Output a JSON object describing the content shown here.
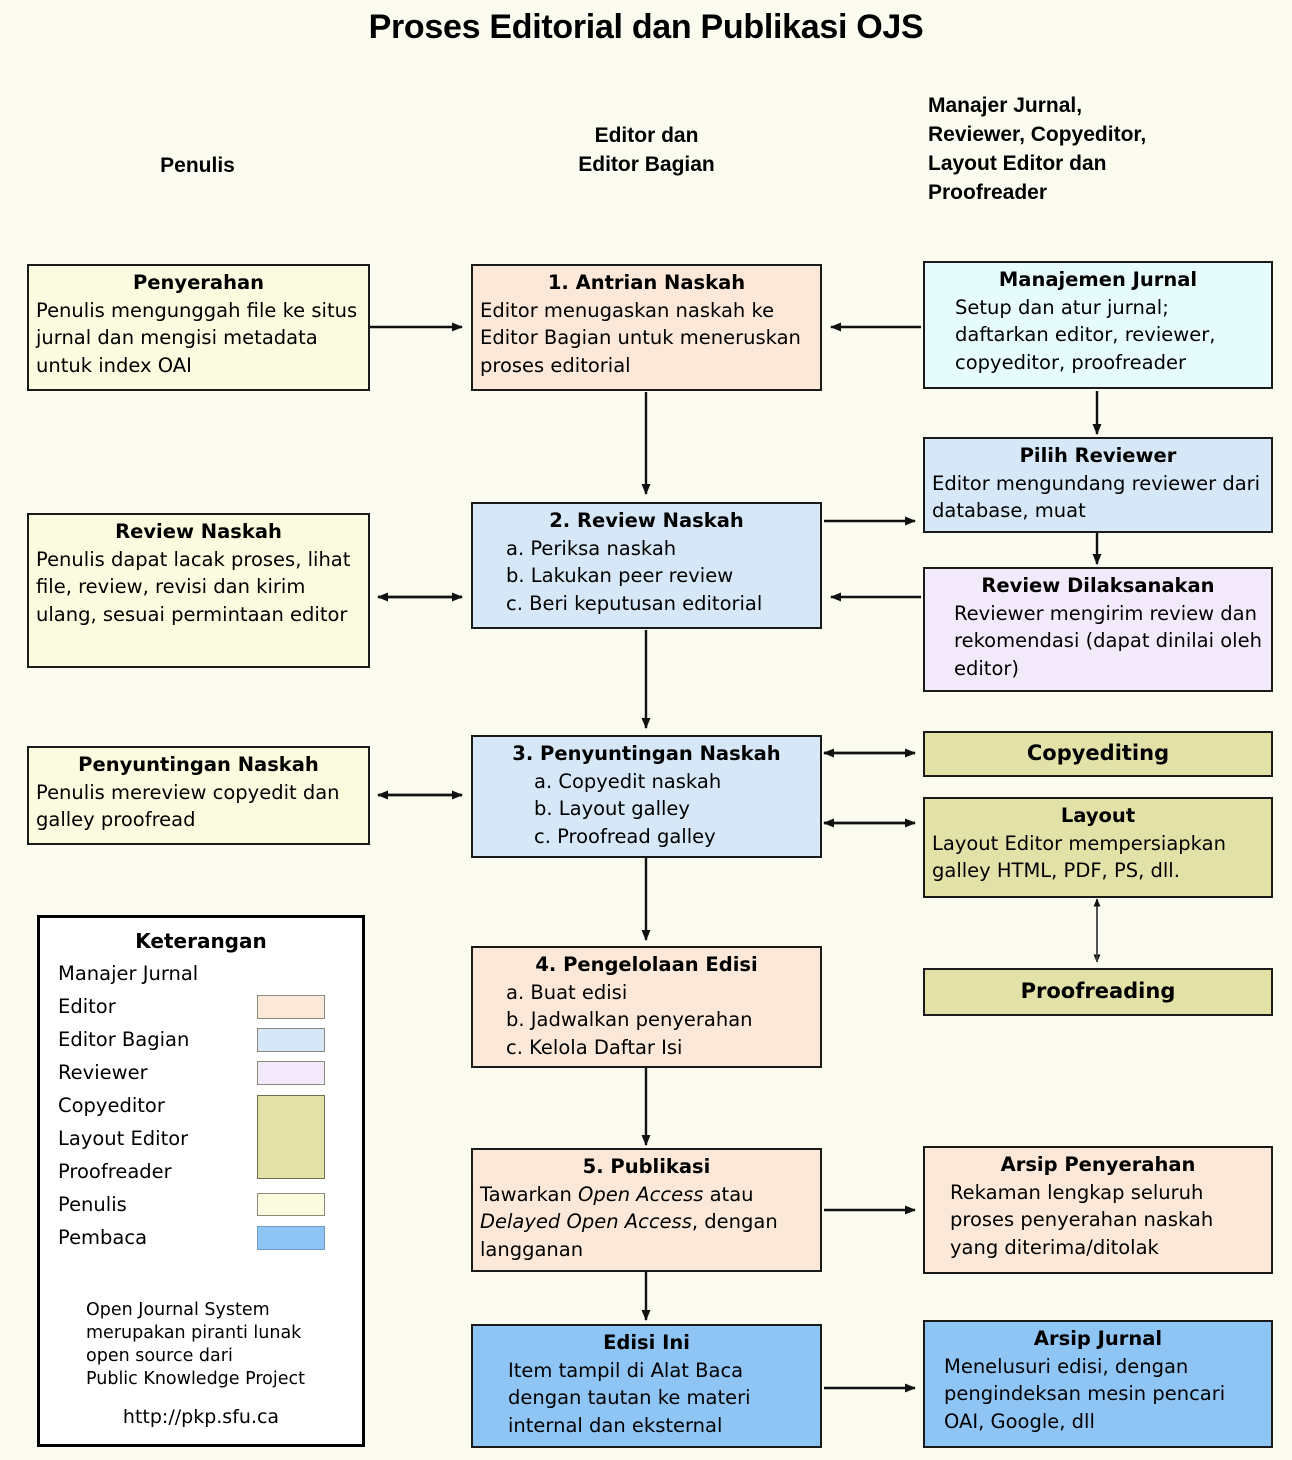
{
  "title": "Proses Editorial dan Publikasi OJS",
  "columns": [
    {
      "id": "author",
      "label": "Penulis"
    },
    {
      "id": "editor",
      "label": "Editor dan\nEditor Bagian"
    },
    {
      "id": "others",
      "label": "Manajer Jurnal,\nReviewer, Copyeditor,\nLayout Editor dan\nProofreader"
    }
  ],
  "column_labels": {
    "author": "Penulis",
    "editor_line1": "Editor dan",
    "editor_line2": "Editor Bagian",
    "others_line1": "Manajer Jurnal,",
    "others_line2": "Reviewer, Copyeditor,",
    "others_line3": "Layout Editor dan",
    "others_line4": "Proofreader"
  },
  "nodes": {
    "penyerahan": {
      "heading": "Penyerahan",
      "body": "Penulis mengunggah file ke situs jurnal dan mengisi metadata untuk index OAI",
      "role": "Penulis"
    },
    "antrian": {
      "heading": "1. Antrian Naskah",
      "body": "Editor menugaskan naskah ke Editor Bagian untuk meneruskan proses editorial",
      "role": "Editor"
    },
    "manajemen": {
      "heading": "Manajemen Jurnal",
      "body": "Setup dan atur jurnal; daftarkan editor, reviewer, copyeditor, proofreader",
      "role": "Manajer Jurnal"
    },
    "pilih_reviewer": {
      "heading": "Pilih Reviewer",
      "body": "Editor mengundang reviewer dari database, muat",
      "role": "Editor Bagian"
    },
    "review_naskah_penulis": {
      "heading": "Review Naskah",
      "body": "Penulis dapat lacak proses, lihat file, review, revisi dan kirim ulang, sesuai permintaan editor",
      "role": "Penulis"
    },
    "review_naskah": {
      "heading": "2. Review Naskah",
      "items": [
        "a. Periksa naskah",
        "b. Lakukan peer review",
        "c. Beri keputusan editorial"
      ],
      "role": "Editor Bagian"
    },
    "review_dilaksanakan": {
      "heading": "Review Dilaksanakan",
      "body": "Reviewer mengirim review dan rekomendasi (dapat dinilai oleh editor)",
      "role": "Reviewer"
    },
    "penyuntingan_penulis": {
      "heading": "Penyuntingan Naskah",
      "body": "Penulis mereview copyedit dan galley proofread",
      "role": "Penulis"
    },
    "penyuntingan": {
      "heading": "3. Penyuntingan Naskah",
      "items": [
        "a. Copyedit naskah",
        "b. Layout galley",
        "c. Proofread galley"
      ],
      "role": "Editor Bagian"
    },
    "copyediting": {
      "heading": "Copyediting",
      "role": "Copyeditor"
    },
    "layout": {
      "heading": "Layout",
      "body": "Layout Editor mempersiapkan galley HTML, PDF, PS, dll.",
      "role": "Layout Editor"
    },
    "proofreading": {
      "heading": "Proofreading",
      "role": "Proofreader"
    },
    "pengelolaan": {
      "heading": "4. Pengelolaan Edisi",
      "items": [
        "a. Buat edisi",
        "b. Jadwalkan penyerahan",
        "c. Kelola Daftar Isi"
      ],
      "role": "Editor"
    },
    "publikasi": {
      "heading": "5. Publikasi",
      "body_pre": "Tawarkan ",
      "body_ital1": "Open Access",
      "body_mid": " atau ",
      "body_ital2": "Delayed Open Access",
      "body_post": ", dengan langganan",
      "role": "Editor"
    },
    "arsip_penyerahan": {
      "heading": "Arsip Penyerahan",
      "body": "Rekaman lengkap seluruh proses penyerahan naskah yang diterima/ditolak",
      "role": "Editor"
    },
    "edisi_ini": {
      "heading": "Edisi Ini",
      "body": "Item tampil di Alat Baca dengan tautan ke materi internal dan eksternal",
      "role": "Pembaca"
    },
    "arsip_jurnal": {
      "heading": "Arsip Jurnal",
      "body": "Menelusuri edisi, dengan pengindeksan mesin pencari OAI, Google, dll",
      "role": "Pembaca"
    }
  },
  "legend": {
    "title": "Keterangan",
    "rows": [
      {
        "label": "Manajer Jurnal",
        "color": null
      },
      {
        "label": "Editor",
        "color": "#fce8d8"
      },
      {
        "label": "Editor Bagian",
        "color": "#d6e7f8"
      },
      {
        "label": "Reviewer",
        "color": "#f2eafb"
      },
      {
        "label": "Copyeditor",
        "color": "#e2e2a8"
      },
      {
        "label": "Layout Editor",
        "color": "#e2e2a8"
      },
      {
        "label": "Proofreader",
        "color": "#e2e2a8"
      },
      {
        "label": "Penulis",
        "color": "#fbfbe0"
      },
      {
        "label": "Pembaca",
        "color": "#8ec5f5"
      }
    ],
    "note_line1": "Open Journal System",
    "note_line2": "merupakan piranti lunak",
    "note_line3": "open source dari",
    "note_line4": "Public Knowledge Project",
    "url": "http://pkp.sfu.ca"
  }
}
